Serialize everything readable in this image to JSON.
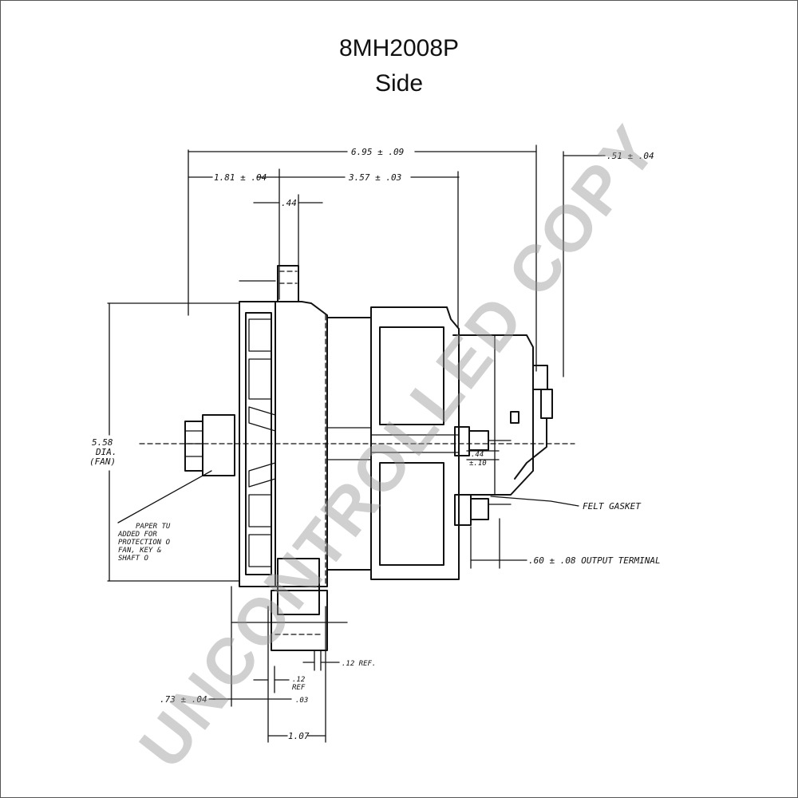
{
  "title": "8MH2008P",
  "subtitle": "Side",
  "watermark": "UNCONTROLLED COPY",
  "dimensions": {
    "overall_length": "6.95 ± .09",
    "rear_overhang": ".51 ± .04",
    "front_to_mount": "1.81 ± .04",
    "mount_to_rear": "3.57 ± .03",
    "mount_width": ".44",
    "fan_dia_value": "5.58",
    "fan_dia_dia": "DIA.",
    "fan_dia_fan": "(FAN)",
    "terminal_a": ".44",
    "terminal_b": "±.10",
    "felt_gasket": "FELT GASKET",
    "output_terminal": ".60 ± .08  OUTPUT TERMINAL",
    "ref_12_right": ".12 REF.",
    "ref_12_left_a": ".12",
    "ref_12_left_b": "REF",
    "front_offset": ".73 ± .04",
    "small_gap": ".03",
    "foot_width": "1.07"
  },
  "note": {
    "line1": "PAPER TU",
    "line2": "ADDED FOR",
    "line3": "PROTECTION O",
    "line4": "FAN, KEY &",
    "line5": "SHAFT  O"
  }
}
